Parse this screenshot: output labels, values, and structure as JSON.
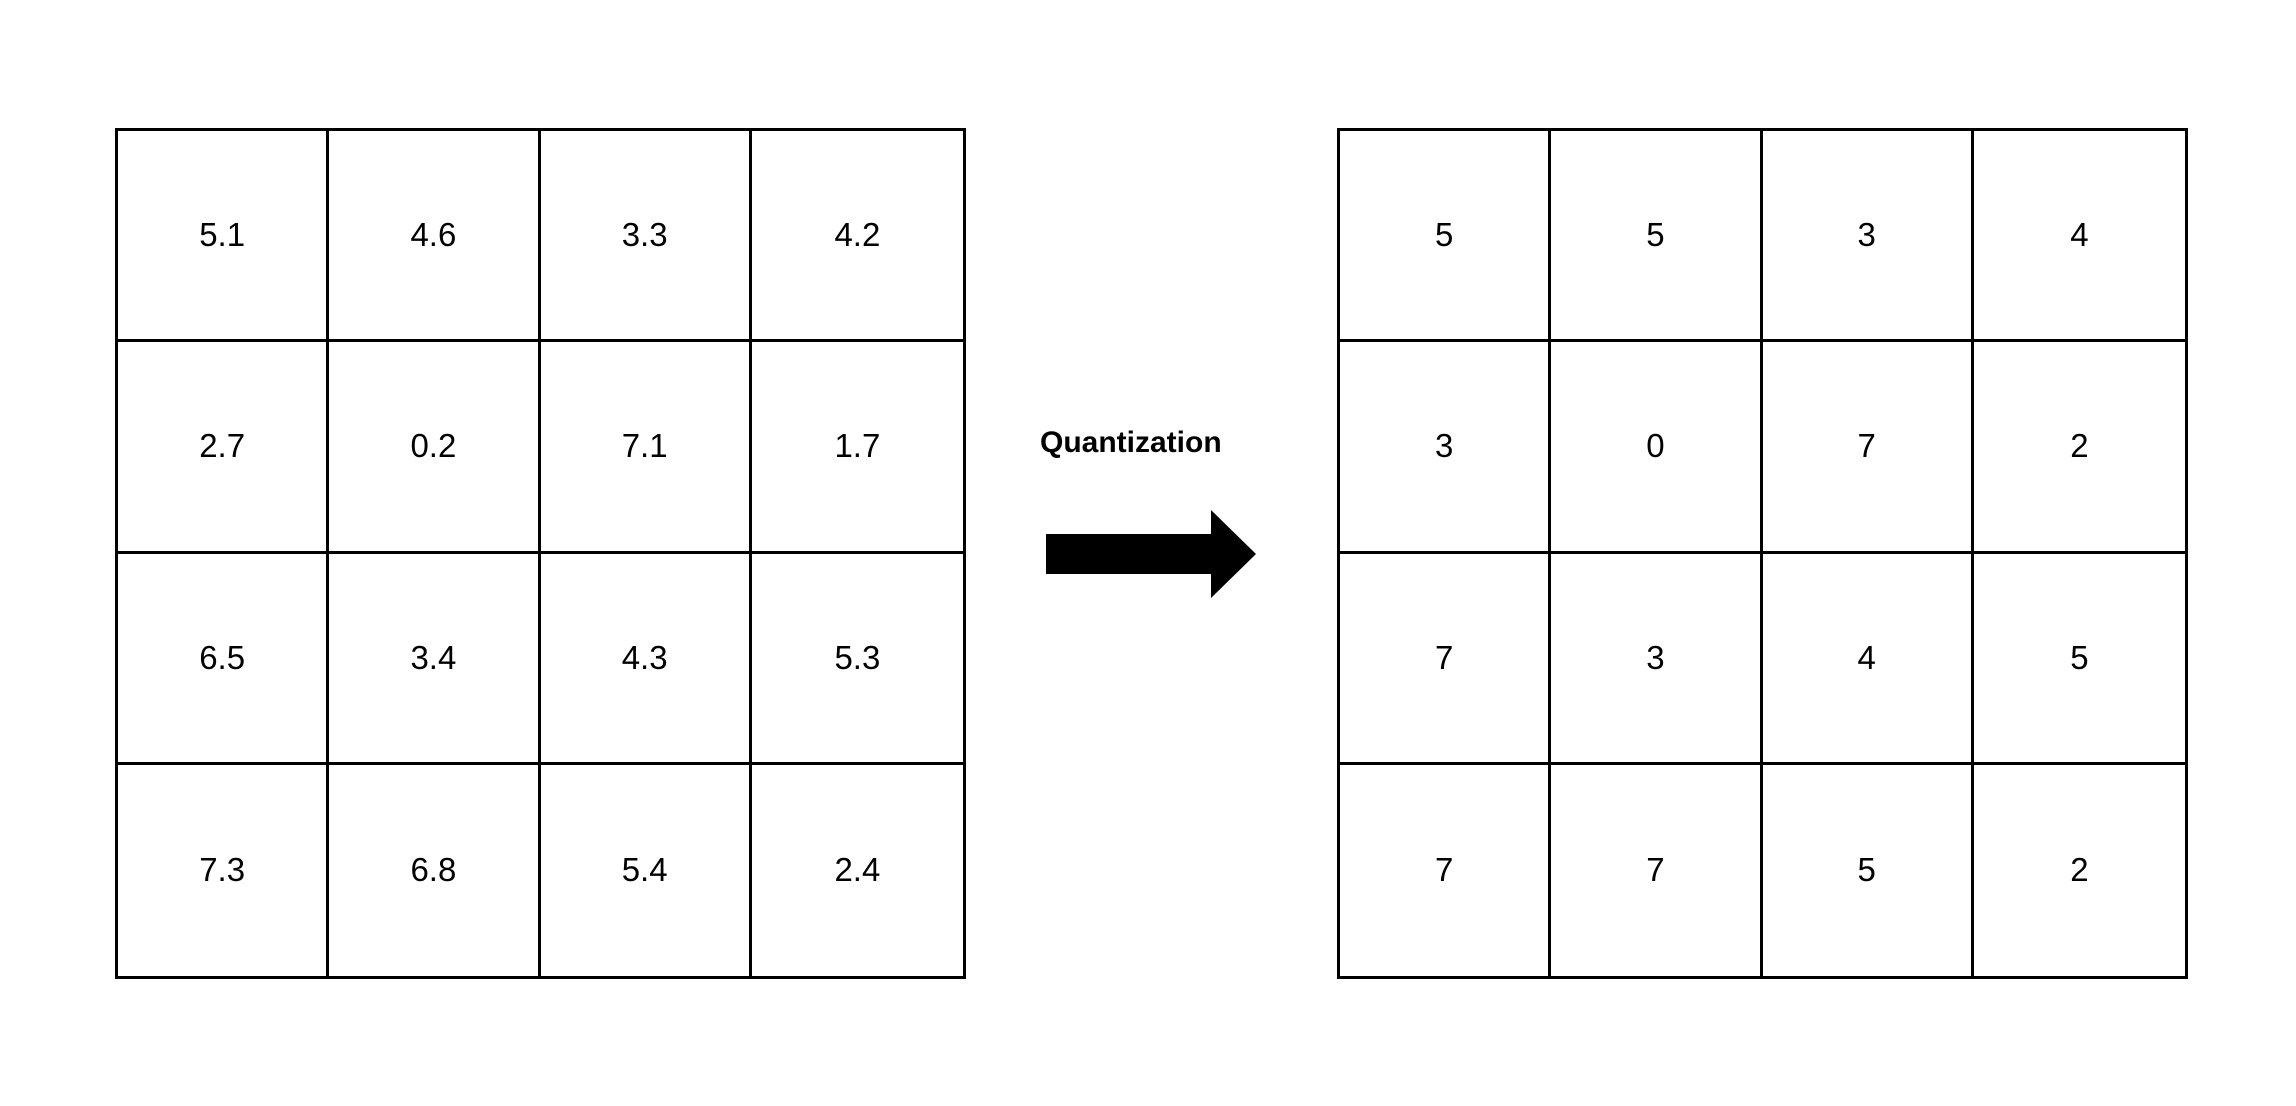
{
  "arrow": {
    "label": "Quantization"
  },
  "input_grid": {
    "cells": [
      [
        "5.1",
        "4.6",
        "3.3",
        "4.2"
      ],
      [
        "2.7",
        "0.2",
        "7.1",
        "1.7"
      ],
      [
        "6.5",
        "3.4",
        "4.3",
        "5.3"
      ],
      [
        "7.3",
        "6.8",
        "5.4",
        "2.4"
      ]
    ]
  },
  "output_grid": {
    "cells": [
      [
        "5",
        "5",
        "3",
        "4"
      ],
      [
        "3",
        "0",
        "7",
        "2"
      ],
      [
        "7",
        "3",
        "4",
        "5"
      ],
      [
        "7",
        "7",
        "5",
        "2"
      ]
    ]
  }
}
